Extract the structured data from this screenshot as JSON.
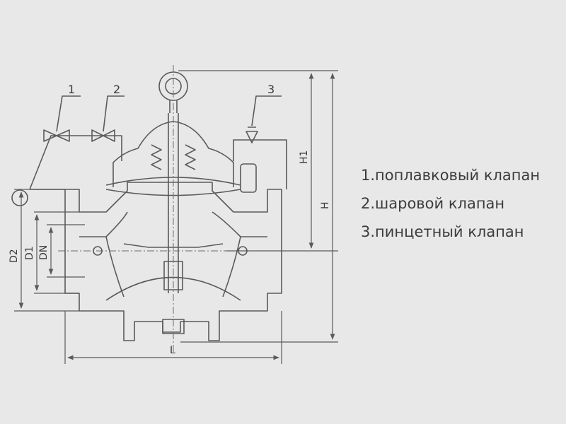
{
  "callouts": [
    "1",
    "2",
    "3"
  ],
  "dimensions": {
    "h1": "H1",
    "h": "H",
    "d2": "D2",
    "d1": "D1",
    "dn": "DN",
    "l": "L"
  },
  "legend": [
    "1.поплавковый клапан",
    "2.шаровой клапан",
    "3.пинцетный клапан"
  ],
  "colors": {
    "background": "#e8e8e8",
    "line": "#5a5a5a",
    "text": "#3c3c3c"
  }
}
